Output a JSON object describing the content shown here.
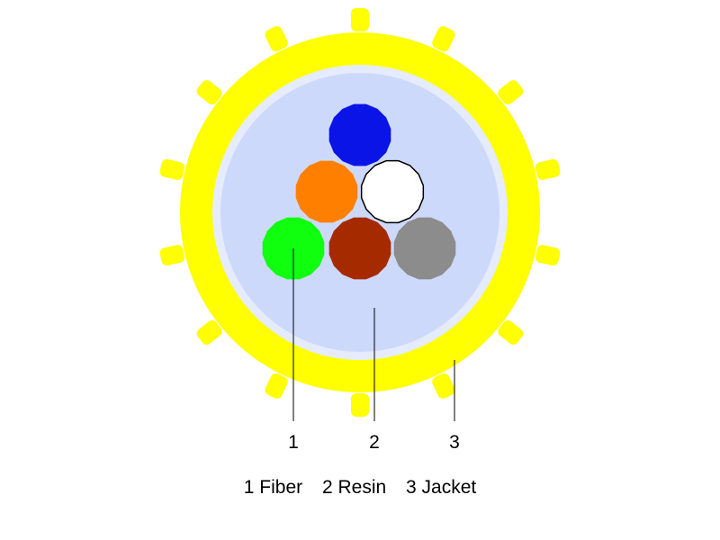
{
  "diagram": {
    "colors": {
      "jacket": "#ffff00",
      "jacket_gap": "#e6ecff",
      "resin": "#cdd9fb",
      "fiber_outline": "#000000",
      "leader": "#000000"
    },
    "fibers": [
      {
        "name": "blue",
        "color": "#0a14e6"
      },
      {
        "name": "orange",
        "color": "#ff8000"
      },
      {
        "name": "white",
        "color": "#ffffff"
      },
      {
        "name": "green",
        "color": "#0fff0f"
      },
      {
        "name": "brown",
        "color": "#a62a00"
      },
      {
        "name": "gray",
        "color": "#8c8c8c"
      }
    ],
    "callouts": [
      {
        "number": "1"
      },
      {
        "number": "2"
      },
      {
        "number": "3"
      }
    ],
    "legend": [
      {
        "text": "1 Fiber"
      },
      {
        "text": "2 Resin"
      },
      {
        "text": "3 Jacket"
      }
    ]
  }
}
